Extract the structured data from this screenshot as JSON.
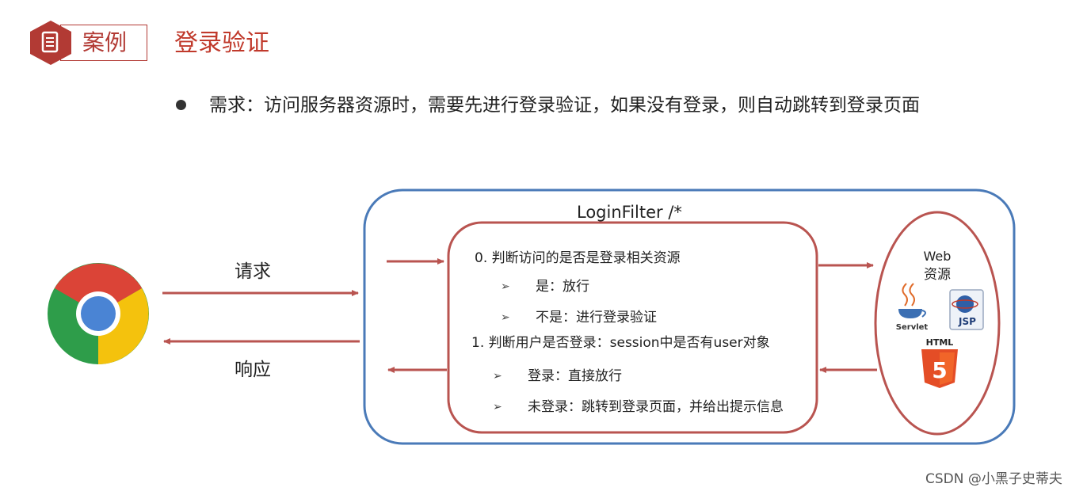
{
  "header": {
    "badge_label": "案例",
    "title": "登录验证",
    "badge_icon": "document-icon",
    "accent_color": "#b23a34"
  },
  "requirement": {
    "text": "需求：访问服务器资源时，需要先进行登录验证，如果没有登录，则自动跳转到登录页面"
  },
  "diagram": {
    "browser_icon": "chrome-browser-icon",
    "request_label": "请求",
    "response_label": "响应",
    "filter_title": "LoginFilter  /*",
    "steps": {
      "step0": "0. 判断访问的是否是登录相关资源",
      "step0_yes": "是：放行",
      "step0_no": "不是：进行登录验证",
      "step1": "1. 判断用户是否登录：session中是否有user对象",
      "step1_yes": "登录：直接放行",
      "step1_no": "未登录：跳转到登录页面，并给出提示信息"
    },
    "sub_marker": "➢",
    "web_resources": {
      "line1": "Web",
      "line2": "资源",
      "servlet_label": "Servlet",
      "jsp_label": "JSP",
      "html_label": "HTML",
      "html_badge": "5"
    },
    "colors": {
      "outer_border": "#4a7ab8",
      "inner_border": "#b95450",
      "arrow": "#b95450"
    }
  },
  "watermark": "CSDN @小黑子史蒂夫"
}
